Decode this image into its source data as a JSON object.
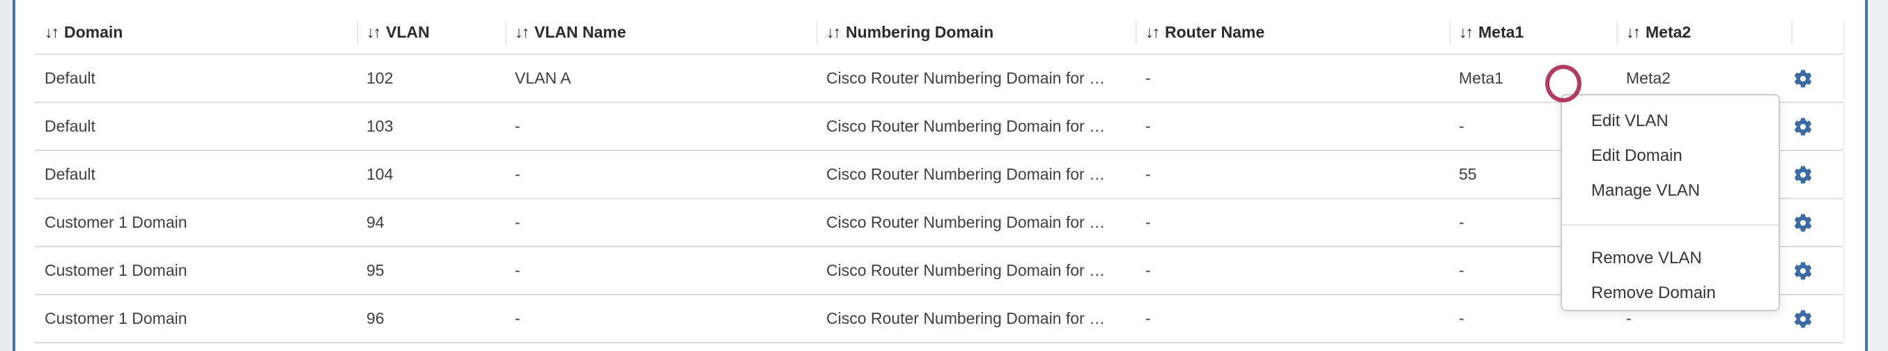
{
  "table": {
    "sort_icon": "↓↑",
    "columns": [
      {
        "label": "Domain"
      },
      {
        "label": "VLAN"
      },
      {
        "label": "VLAN Name"
      },
      {
        "label": "Numbering Domain"
      },
      {
        "label": "Router Name"
      },
      {
        "label": "Meta1"
      },
      {
        "label": "Meta2"
      }
    ],
    "rows": [
      {
        "domain": "Default",
        "vlan": "102",
        "vlan_name": "VLAN A",
        "numbering_domain": "Cisco Router Numbering Domain for …",
        "router_name": "-",
        "meta1": "Meta1",
        "meta2": "Meta2"
      },
      {
        "domain": "Default",
        "vlan": "103",
        "vlan_name": "-",
        "numbering_domain": "Cisco Router Numbering Domain for …",
        "router_name": "-",
        "meta1": "-",
        "meta2": "-"
      },
      {
        "domain": "Default",
        "vlan": "104",
        "vlan_name": "-",
        "numbering_domain": "Cisco Router Numbering Domain for …",
        "router_name": "-",
        "meta1": "55",
        "meta2": "-"
      },
      {
        "domain": "Customer 1 Domain",
        "vlan": "94",
        "vlan_name": "-",
        "numbering_domain": "Cisco Router Numbering Domain for …",
        "router_name": "-",
        "meta1": "-",
        "meta2": "-"
      },
      {
        "domain": "Customer 1 Domain",
        "vlan": "95",
        "vlan_name": "-",
        "numbering_domain": "Cisco Router Numbering Domain for …",
        "router_name": "-",
        "meta1": "-",
        "meta2": "-"
      },
      {
        "domain": "Customer 1 Domain",
        "vlan": "96",
        "vlan_name": "-",
        "numbering_domain": "Cisco Router Numbering Domain for …",
        "router_name": "-",
        "meta1": "-",
        "meta2": "-"
      }
    ]
  },
  "context_menu": {
    "groups": [
      {
        "items": [
          {
            "label": "Edit VLAN"
          },
          {
            "label": "Edit Domain"
          },
          {
            "label": "Manage VLAN"
          }
        ]
      },
      {
        "items": [
          {
            "label": "Remove VLAN"
          },
          {
            "label": "Remove Domain"
          }
        ]
      }
    ]
  },
  "colors": {
    "action_icon_blue": "#3c6aa5",
    "annotation_red": "#b23a63",
    "window_edge_blue": "#4577ad"
  }
}
